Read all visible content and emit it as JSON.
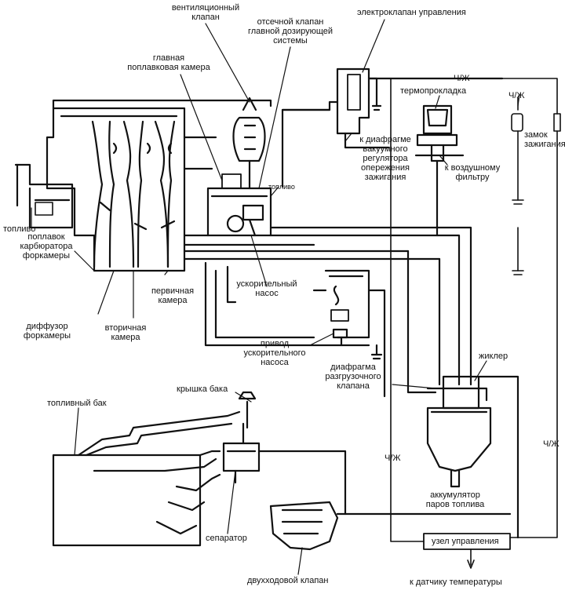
{
  "labels": {
    "vent_valve": [
      "вентиляционный",
      "клапан"
    ],
    "cutoff_valve": [
      "отсечной клапан",
      "главной дозирующей",
      "системы"
    ],
    "solenoid_valve": [
      "электроклапан управления"
    ],
    "main_float_chamber": [
      "главная",
      "поплавковая камера"
    ],
    "thermo_pad": [
      "термопрокладка"
    ],
    "ch_zh_top": "Ч/Ж",
    "ch_zh_right_top": "Ч/Ж",
    "ignition_lock": [
      "замок",
      "зажигания"
    ],
    "vacuum_diaphragm": [
      "к диафрагме",
      "вакуумного",
      "регулятора",
      "опережения",
      "зажигания"
    ],
    "to_air_filter": [
      "к воздушному",
      "фильтру"
    ],
    "fuel_small": "топливо",
    "fuel_left": "топливо",
    "forchamber_float": [
      "поплавок",
      "карбюратора",
      "форкамеры"
    ],
    "accelerator_pump": [
      "ускорительный",
      "насос"
    ],
    "primary_chamber": [
      "первичная",
      "камера"
    ],
    "forchamber_diffuser": [
      "диффузор",
      "форкамеры"
    ],
    "secondary_chamber": [
      "вторичная",
      "камера"
    ],
    "accelerator_drive": [
      "привод",
      "ускорительного",
      "насоса"
    ],
    "jet": "жиклер",
    "relief_diaphragm": [
      "диафрагма",
      "разгрузочного",
      "клапана"
    ],
    "tank_cap": "крышка бака",
    "fuel_tank": "топливный бак",
    "ch_zh_mid": "Ч/Ж",
    "ch_zh_right_bottom": "Ч/Ж",
    "canister": [
      "аккумулятор",
      "паров топлива"
    ],
    "separator": "сепаратор",
    "control_unit": "узел управления",
    "two_way_valve": "двухходовой клапан",
    "to_temp_sensor": "к датчику температуры"
  }
}
